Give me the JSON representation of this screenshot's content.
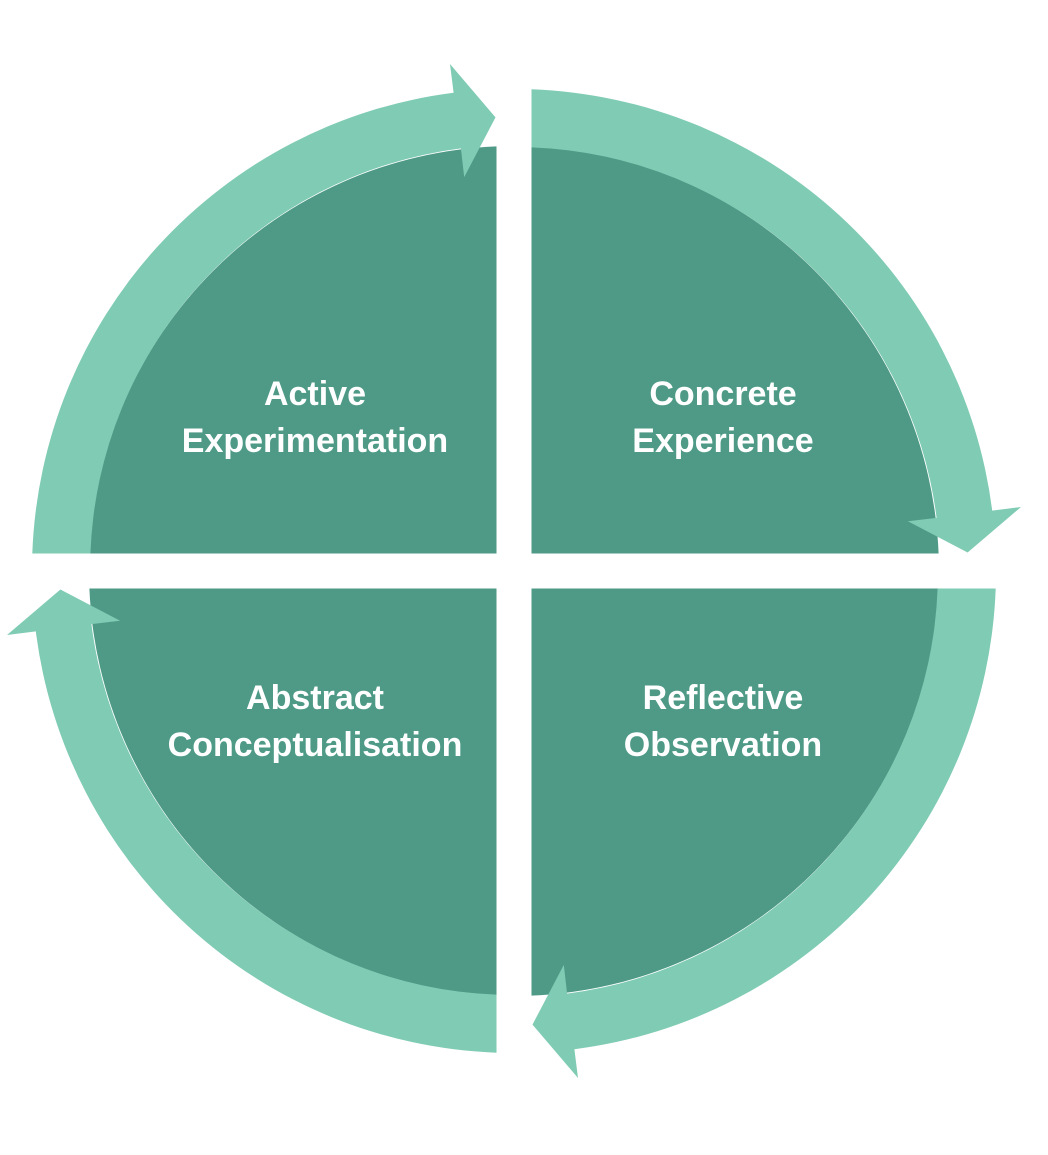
{
  "diagram": {
    "name": "learning-cycle",
    "cycle_direction": "clockwise",
    "colors": {
      "quadrant_fill": "#4E9A86",
      "arrow_band_fill": "#7FCBB3",
      "label_text": "#FFFFFF",
      "background": "#FFFFFF"
    },
    "quadrants": [
      {
        "position": "top-left",
        "line1": "Active",
        "line2": "Experimentation"
      },
      {
        "position": "top-right",
        "line1": "Concrete",
        "line2": "Experience"
      },
      {
        "position": "bottom-right",
        "line1": "Reflective",
        "line2": "Observation"
      },
      {
        "position": "bottom-left",
        "line1": "Abstract",
        "line2": "Conceptualisation"
      }
    ]
  }
}
